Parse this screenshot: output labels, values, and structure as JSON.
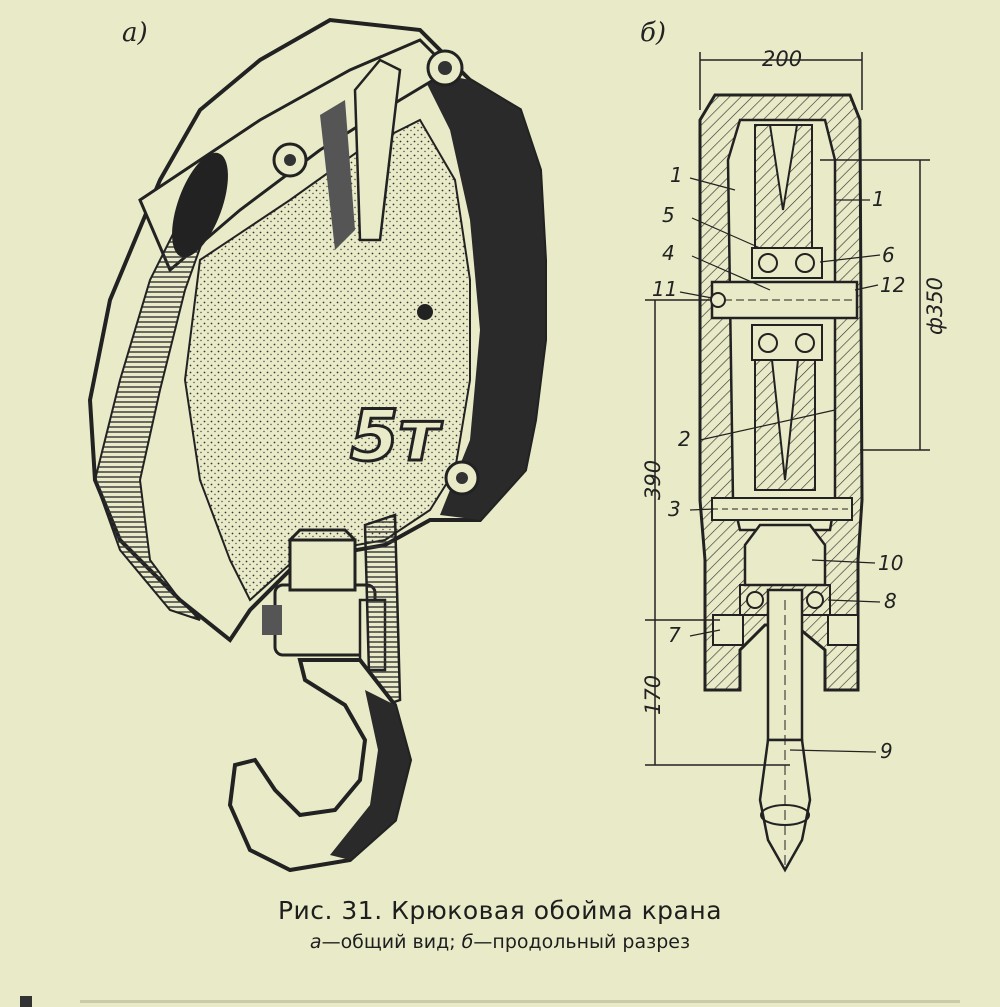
{
  "figure": {
    "panel_a_label": "а)",
    "panel_b_label": "б)",
    "stamp_text": "5т",
    "callouts": [
      "1",
      "1",
      "5",
      "6",
      "4",
      "12",
      "11",
      "2",
      "3",
      "10",
      "8",
      "7",
      "9"
    ],
    "dimensions": [
      "200",
      "ф350",
      "390",
      "170"
    ]
  },
  "caption": {
    "title": "Рис. 31. Крюковая обойма крана",
    "subtitle_a_mark": "а",
    "subtitle_a_text": "—общий вид;",
    "subtitle_b_mark": "б",
    "subtitle_b_text": "—продольный разрез"
  },
  "colors": {
    "paper": "#e9ebc8",
    "ink": "#1e1e1e"
  }
}
